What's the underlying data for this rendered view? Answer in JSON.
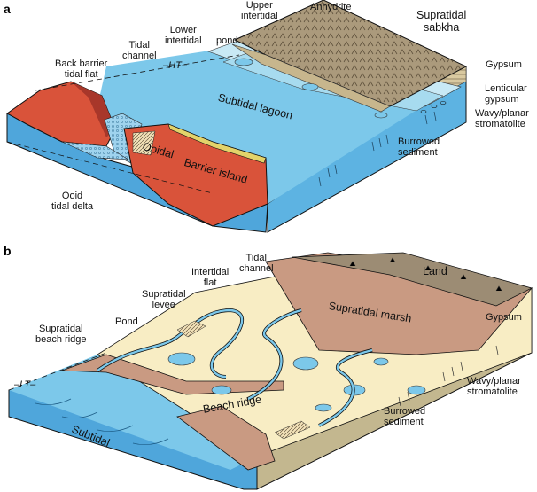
{
  "panels": {
    "a": {
      "letter": "a",
      "tide_marker": "HT",
      "labels": {
        "anhydrite": "Anhydrite",
        "upper_intertidal": [
          "Upper",
          "intertidal"
        ],
        "lower_intertidal": [
          "Lower",
          "intertidal"
        ],
        "pond": "pond",
        "supratidal_sabkha": [
          "Supratidal",
          "sabkha"
        ],
        "back_barrier_tidal_flat": [
          "Back barrier",
          "tidal flat"
        ],
        "tidal_channel": [
          "Tidal",
          "channel"
        ],
        "subtidal_lagoon": "Subtidal lagoon",
        "gypsum": "Gypsum",
        "lenticular_gypsum": [
          "Lenticular",
          "gypsum"
        ],
        "wavy_planar_stromatolite": [
          "Wavy/planar",
          "stromatolite"
        ],
        "burrowed_sediment": [
          "Burrowed",
          "sediment"
        ],
        "ooidal": "Ooidal",
        "barrier_island": "Barrier island",
        "ooid_tidal_delta": [
          "Ooid",
          "tidal delta"
        ]
      }
    },
    "b": {
      "letter": "b",
      "tide_marker": "LT",
      "labels": {
        "tidal_channel": [
          "Tidal",
          "channel"
        ],
        "intertidal_flat": [
          "Intertidal",
          "flat"
        ],
        "supratidal_levee": [
          "Supratidal",
          "levee"
        ],
        "land": "Land",
        "pond": "Pond",
        "supratidal_beach_ridge": [
          "Supratidal",
          "beach ridge"
        ],
        "supratidal_marsh": "Supratidal marsh",
        "gypsum": "Gypsum",
        "subtidal": "Subtidal",
        "beach_ridge": "Beach ridge",
        "wavy_planar_stromatolite": [
          "Wavy/planar",
          "stromatolite"
        ],
        "burrowed_sediment": [
          "Burrowed",
          "sediment"
        ]
      }
    }
  },
  "colors": {
    "water": "#7cc8ea",
    "water_dark": "#4fa6db",
    "barrier": "#d9533a",
    "barrier_dark": "#a8372a",
    "sand": "#f8edc4",
    "yellow": "#e3d36a",
    "sabkha": "#ab9a7c",
    "marsh": "#c99a82",
    "land": "#9c8c74",
    "pale_blue": "#c8e9f5"
  }
}
